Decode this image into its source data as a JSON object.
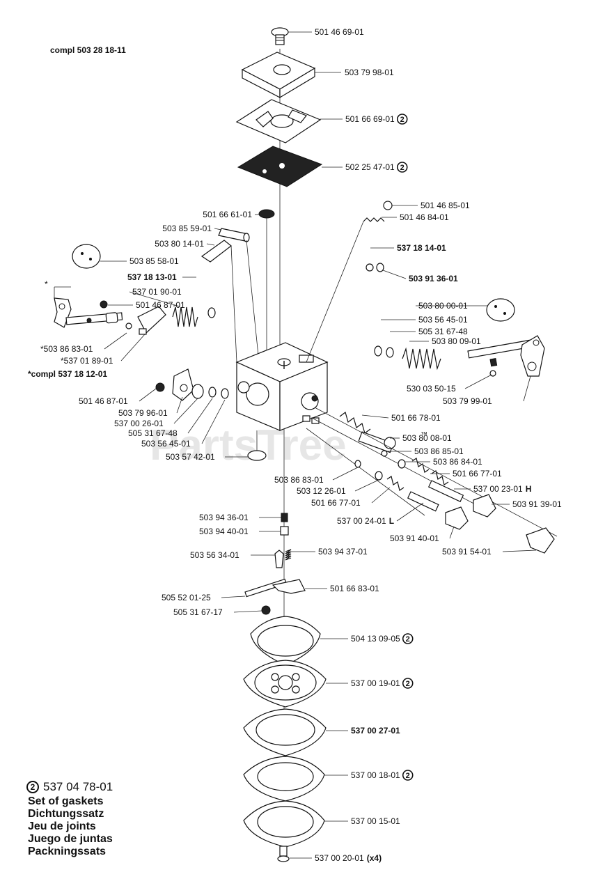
{
  "header": {
    "kit_label": "compl 503 28 18-11",
    "sub_kit_label": "*compl 537 18 12-01",
    "asterisk": "*"
  },
  "watermark": {
    "text": "PartsTree",
    "tm": "™"
  },
  "gasket_marker": "2",
  "parts": [
    {
      "id": "p1",
      "num": "501 46 69-01",
      "bold": false,
      "gasket": false
    },
    {
      "id": "p2",
      "num": "503 79 98-01",
      "bold": false,
      "gasket": false
    },
    {
      "id": "p3",
      "num": "501 66 69-01",
      "bold": false,
      "gasket": true
    },
    {
      "id": "p4",
      "num": "502 25 47-01",
      "bold": false,
      "gasket": true
    },
    {
      "id": "p5",
      "num": "501 46 85-01",
      "bold": false,
      "gasket": false
    },
    {
      "id": "p6",
      "num": "501 46 84-01",
      "bold": false,
      "gasket": false
    },
    {
      "id": "p7",
      "num": "501 66 61-01",
      "bold": false,
      "gasket": false
    },
    {
      "id": "p8",
      "num": "503 85 59-01",
      "bold": false,
      "gasket": false
    },
    {
      "id": "p9",
      "num": "503 80 14-01",
      "bold": false,
      "gasket": false
    },
    {
      "id": "p10",
      "num": "537 18 14-01",
      "bold": true,
      "gasket": false
    },
    {
      "id": "p11",
      "num": "503 85 58-01",
      "bold": false,
      "gasket": false
    },
    {
      "id": "p12",
      "num": "503 91 36-01",
      "bold": true,
      "gasket": false
    },
    {
      "id": "p13",
      "num": "537 18 13-01",
      "bold": true,
      "gasket": false
    },
    {
      "id": "p14",
      "num": "537 01 90-01",
      "bold": false,
      "gasket": false
    },
    {
      "id": "p15",
      "num": "501 46 87-01",
      "bold": false,
      "gasket": false
    },
    {
      "id": "p16",
      "num": "503 80 00-01",
      "bold": false,
      "gasket": false
    },
    {
      "id": "p17",
      "num": "503 56 45-01",
      "bold": false,
      "gasket": false
    },
    {
      "id": "p18",
      "num": "505 31 67-48",
      "bold": false,
      "gasket": false
    },
    {
      "id": "p19",
      "num": "503 80 09-01",
      "bold": false,
      "gasket": false
    },
    {
      "id": "p20",
      "num": "*503 86 83-01",
      "bold": false,
      "gasket": false
    },
    {
      "id": "p21",
      "num": "*537 01 89-01",
      "bold": false,
      "gasket": false
    },
    {
      "id": "p22",
      "num": "530 03 50-15",
      "bold": false,
      "gasket": false
    },
    {
      "id": "p23",
      "num": "501 46 87-01",
      "bold": false,
      "gasket": false
    },
    {
      "id": "p24",
      "num": "503 79 99-01",
      "bold": false,
      "gasket": false
    },
    {
      "id": "p25",
      "num": "503 79 96-01",
      "bold": false,
      "gasket": false
    },
    {
      "id": "p26",
      "num": "501 66 78-01",
      "bold": false,
      "gasket": false
    },
    {
      "id": "p27",
      "num": "537 00 26-01",
      "bold": false,
      "gasket": false
    },
    {
      "id": "p28",
      "num": "505 31 67-48",
      "bold": false,
      "gasket": false
    },
    {
      "id": "p29",
      "num": "503 80 08-01",
      "bold": false,
      "gasket": false
    },
    {
      "id": "p30",
      "num": "503 56 45-01",
      "bold": false,
      "gasket": false
    },
    {
      "id": "p31",
      "num": "503 86 85-01",
      "bold": false,
      "gasket": false
    },
    {
      "id": "p32",
      "num": "503 57 42-01",
      "bold": false,
      "gasket": false
    },
    {
      "id": "p33",
      "num": "503 86 84-01",
      "bold": false,
      "gasket": false
    },
    {
      "id": "p34",
      "num": "501 66 77-01",
      "bold": false,
      "gasket": false
    },
    {
      "id": "p35",
      "num": "503 86 83-01",
      "bold": false,
      "gasket": false
    },
    {
      "id": "p36",
      "num": "537 00 23-01",
      "bold": false,
      "gasket": false,
      "suffix": "H"
    },
    {
      "id": "p37",
      "num": "503 12 26-01",
      "bold": false,
      "gasket": false
    },
    {
      "id": "p38",
      "num": "503 91 39-01",
      "bold": false,
      "gasket": false
    },
    {
      "id": "p39",
      "num": "501 66 77-01",
      "bold": false,
      "gasket": false
    },
    {
      "id": "p40",
      "num": "503 94 36-01",
      "bold": false,
      "gasket": false
    },
    {
      "id": "p41",
      "num": "537 00 24-01",
      "bold": false,
      "gasket": false,
      "suffix": "L"
    },
    {
      "id": "p42",
      "num": "503 94 40-01",
      "bold": false,
      "gasket": false
    },
    {
      "id": "p43",
      "num": "503 91 40-01",
      "bold": false,
      "gasket": false
    },
    {
      "id": "p44",
      "num": "503 91 54-01",
      "bold": false,
      "gasket": false
    },
    {
      "id": "p45",
      "num": "503 56 34-01",
      "bold": false,
      "gasket": false
    },
    {
      "id": "p46",
      "num": "503 94 37-01",
      "bold": false,
      "gasket": false
    },
    {
      "id": "p47",
      "num": "501 66 83-01",
      "bold": false,
      "gasket": false
    },
    {
      "id": "p48",
      "num": "505 52 01-25",
      "bold": false,
      "gasket": false
    },
    {
      "id": "p49",
      "num": "505 31 67-17",
      "bold": false,
      "gasket": false
    },
    {
      "id": "p50",
      "num": "504 13 09-05",
      "bold": false,
      "gasket": true
    },
    {
      "id": "p51",
      "num": "537 00 19-01",
      "bold": false,
      "gasket": true
    },
    {
      "id": "p52",
      "num": "537 00 27-01",
      "bold": true,
      "gasket": false
    },
    {
      "id": "p53",
      "num": "537 00 18-01",
      "bold": false,
      "gasket": true
    },
    {
      "id": "p54",
      "num": "537 00 15-01",
      "bold": false,
      "gasket": false
    },
    {
      "id": "p55",
      "num": "537 00 20-01",
      "bold": false,
      "gasket": false,
      "suffix": "(x4)"
    }
  ],
  "legend": {
    "marker": "2",
    "part_number": "537 04 78-01",
    "lines": [
      "Set of gaskets",
      "Dichtungssatz",
      "Jeu de joints",
      "Juego de juntas",
      "Packningssats"
    ]
  }
}
